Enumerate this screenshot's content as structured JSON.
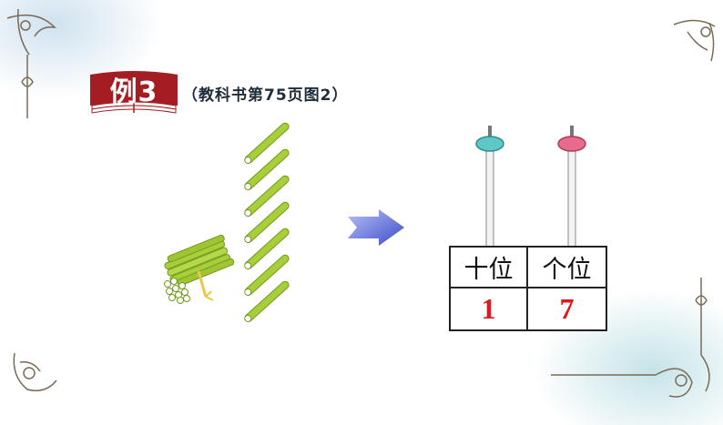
{
  "example": {
    "label": "例3",
    "reference": "（教科书第75页图2）"
  },
  "place_value": {
    "headers": [
      "十位",
      "个位"
    ],
    "digits": [
      "1",
      "7"
    ]
  },
  "counting_sticks": {
    "bundles": 1,
    "bundle_size": 10,
    "loose": 7
  },
  "colors": {
    "badge": "#a31d22",
    "stick": "#a8cf3a",
    "tens_bead": "#5fc8c6",
    "ones_bead": "#e86a8c",
    "digit": "#e0191f",
    "arrow": "#4b5bd8"
  },
  "icons": {
    "badge": "open-book-icon",
    "arrow": "right-arrow-icon"
  }
}
